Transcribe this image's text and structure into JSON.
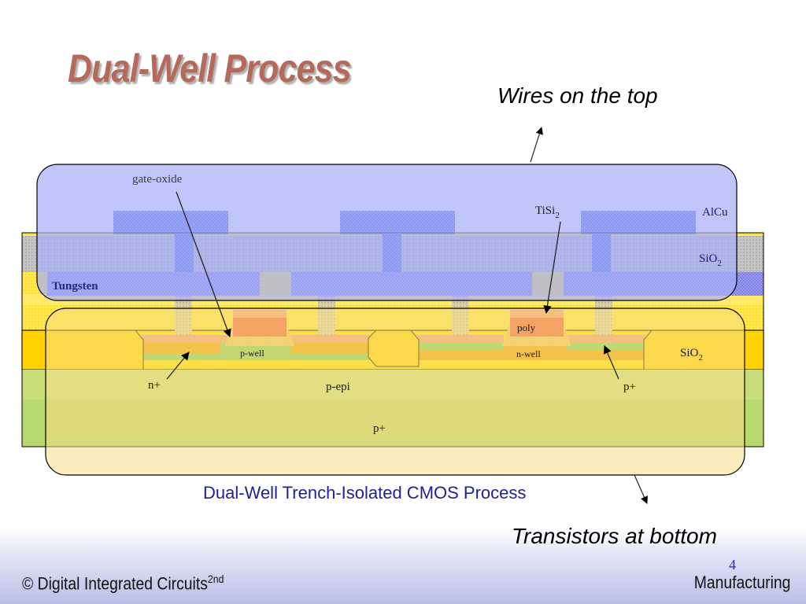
{
  "slide": {
    "title": "Dual-Well Process",
    "callout_top": "Wires on the top",
    "callout_bottom": "Transistors at bottom",
    "caption": "Dual-Well Trench-Isolated CMOS Process",
    "page_number": "4",
    "footer": {
      "copyright": "© Digital Integrated Circuits",
      "edition_superscript": "2nd",
      "section": "Manufacturing"
    }
  },
  "diagram": {
    "labels": {
      "gate_oxide": "gate-oxide",
      "tisi2_base": "TiSi",
      "tisi2_sub": "2",
      "alcu": "AlCu",
      "sio2_upper_base": "SiO",
      "sio2_upper_sub": "2",
      "tungsten": "Tungsten",
      "poly": "poly",
      "p_well": "p-well",
      "n_well": "n-well",
      "sio2_lower_base": "SiO",
      "sio2_lower_sub": "2",
      "n_plus": "n+",
      "p_epi": "p-epi",
      "p_plus_right": "p+",
      "p_plus_substrate": "p+"
    },
    "colors": {
      "metal_alcu": "#5a6ee6",
      "tungsten": "#8a8af0",
      "sio2_gray": "#b9b9b9",
      "yellow_dielectric": "#ffe84a",
      "trench_oxide": "#ffd200",
      "p_well": "#7ed05a",
      "n_well": "#f0a000",
      "silicide": "#f19a7a",
      "poly": "#f25a3c",
      "p_epi": "#c9dd7a",
      "substrate_cyan": "#9fe0c8",
      "overlay_top": "#a8b0f8",
      "overlay_bottom": "#f7de86",
      "caption_blue": "#1f1f9a",
      "title_color": "#b5695a"
    }
  }
}
